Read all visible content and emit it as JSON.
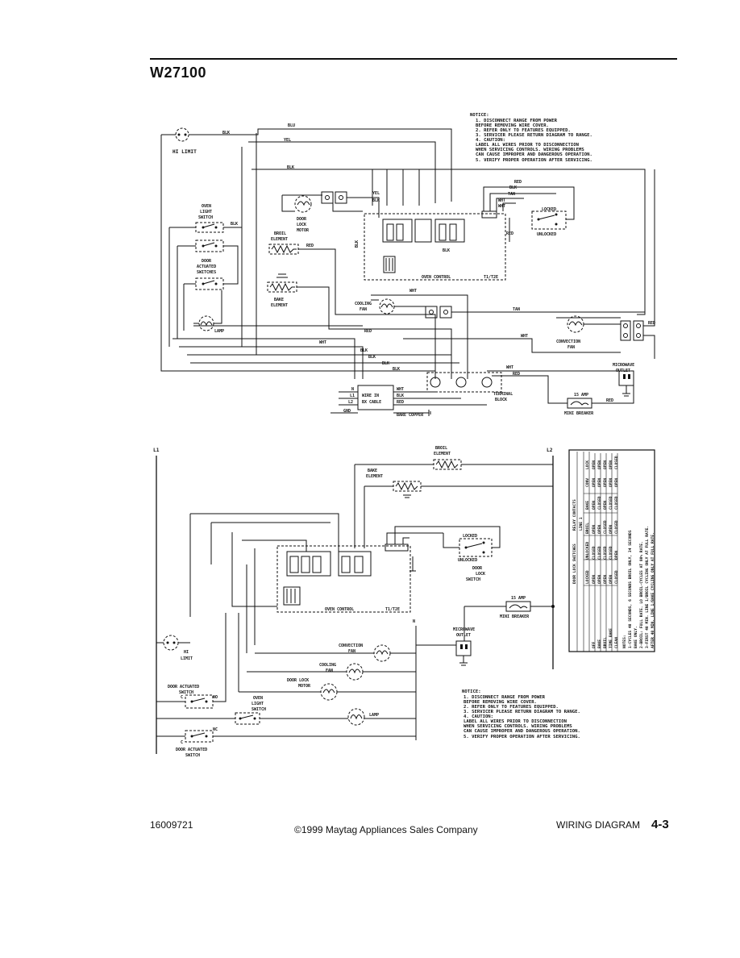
{
  "header": {
    "model": "W27100"
  },
  "footer": {
    "part_number": "16009721",
    "copyright": "©1999 Maytag Appliances Sales Company",
    "title": "WIRING DIAGRAM",
    "page": "4-3"
  },
  "notice": {
    "heading": "NOTICE:",
    "lines": [
      "1. DISCONNECT RANGE FROM POWER",
      "   BEFORE REMOVING WIRE COVER.",
      "2. REFER ONLY TO FEATURES EQUIPPED.",
      "3. SERVICER PLEASE RETURN DIAGRAM TO RANGE.",
      "4. CAUTION:",
      "   LABEL ALL WIRES PRIOR TO DISCONNECTION",
      "   WHEN SERVICING CONTROLS. WIRING PROBLEMS",
      "   CAN CAUSE IMPROPER AND DANGEROUS OPERATION.",
      "5. VERIFY PROPER OPERATION AFTER SERVICING."
    ]
  },
  "top_labels": {
    "hi_limit": "HI LIMIT",
    "oven_light_switch": [
      "OVEN",
      "LIGHT",
      "SWITCH"
    ],
    "door_actuated_switches": [
      "DOOR",
      "ACTUATED",
      "SWITCHES"
    ],
    "lamp": "LAMP",
    "door_lock_motor": [
      "DOOR",
      "LOCK",
      "MOTOR"
    ],
    "broil_element": [
      "BROIL",
      "ELEMENT"
    ],
    "bake_element": [
      "BAKE",
      "ELEMENT"
    ],
    "cooling_fan": [
      "COOLING",
      "FAN"
    ],
    "oven_control": "OVEN CONTROL",
    "oven_control_model": "T1/T2E",
    "locked": "LOCKED",
    "unlocked": "UNLOCKED",
    "convection_fan": [
      "CONVECTION",
      "FAN"
    ],
    "microwave_outlet": [
      "MICROWAVE",
      "OUTLET"
    ],
    "terminal_block": [
      "TERMINAL",
      "BLOCK"
    ],
    "mini_breaker": "MINI BREAKER",
    "breaker_rating": "15 AMP",
    "wire_in_bx_cable": [
      "WIRE IN",
      "BX CABLE"
    ],
    "supply": [
      "N",
      "L1",
      "L2",
      "GND"
    ],
    "supply_colors": [
      "WHT",
      "BLK",
      "RED",
      "BARE COPPER"
    ]
  },
  "wire_colors": [
    "BLK",
    "BLU",
    "YEL",
    "BLK",
    "YEL",
    "BLK",
    "RED",
    "BLK",
    "TAN",
    "WHT",
    "WHT",
    "RED",
    "BLK",
    "WHT",
    "RED",
    "WHT",
    "TAN",
    "RED",
    "WHT",
    "BLK",
    "BLK",
    "BLK",
    "BLK",
    "WHT",
    "RED",
    "RED"
  ],
  "bottom_labels": {
    "l1": "L1",
    "l2": "L2",
    "n": "N",
    "broil_element": [
      "BROIL",
      "ELEMENT"
    ],
    "bake_element": [
      "BAKE",
      "ELEMENT"
    ],
    "locked": "LOCKED",
    "unlocked": "UNLOCKED",
    "door_lock_switch": [
      "DOOR",
      "LOCK",
      "SWITCH"
    ],
    "oven_control": "OVEN CONTROL",
    "oven_control_model": "T1/T2E",
    "mini_breaker": "MINI BREAKER",
    "breaker_rating": "15 AMP",
    "microwave_outlet": [
      "MICROWAVE",
      "OUTLET"
    ],
    "hi_limit": [
      "HI",
      "LIMIT"
    ],
    "convection_fan": [
      "CONVECTION",
      "FAN"
    ],
    "cooling_fan": [
      "COOLING",
      "FAN"
    ],
    "door_lock_motor": [
      "DOOR LOCK",
      "MOTOR"
    ],
    "door_actuated_switch_top": [
      "DOOR ACTUATED",
      "SWITCH"
    ],
    "oven_light_switch": [
      "OVEN",
      "LIGHT",
      "SWITCH"
    ],
    "lamp": "LAMP",
    "door_actuated_switch_bottom": [
      "DOOR ACTUATED",
      "SWITCH"
    ],
    "contacts": [
      "C",
      "NO",
      "NC"
    ]
  },
  "relay_table": {
    "group_headers": [
      "DOOR LOCK SWITCHES",
      "RELAY CONTACTS",
      "LINE 1"
    ],
    "columns": [
      "LOCKED",
      "UNLOCKED",
      "BROIL",
      "BAKE",
      "CONV",
      "LOCK"
    ],
    "rows": [
      {
        "mode": "OFF",
        "cells": [
          "OPEN",
          "CLOSED",
          "OPEN",
          "OPEN",
          "OPEN",
          "OPEN"
        ]
      },
      {
        "mode": "BAKE",
        "cells": [
          "OPEN",
          "CLOSED",
          "OPEN",
          "CLOSED",
          "OPEN",
          "OPEN"
        ]
      },
      {
        "mode": "BROIL",
        "cells": [
          "OPEN",
          "CLOSED",
          "CLOSED",
          "OPEN",
          "OPEN",
          "OPEN"
        ]
      },
      {
        "mode": "TIME BAKE",
        "cells": [
          "OPEN",
          "CLOSED",
          "OPEN",
          "CLOSED",
          "OPEN",
          "OPEN"
        ]
      },
      {
        "mode": "CLEAN",
        "cells": [
          "CLOSED",
          "OPEN",
          "CLOSED",
          "CLOSED",
          "OPEN",
          "CLOSED"
        ]
      }
    ],
    "notes": [
      "NOTES:",
      "1-CYCLES 40 SECONDS, 6 SECONDS BROIL ONLY, 34 SECONDS",
      "  BAKE ONLY.",
      "2-BROIL: FULL RATE. LO BROIL-CYCLES AT 80% RATE.",
      "3-FIRST 40 MIN. LINE 1/BROIL CYCLING ONLY AT FULL RATE.",
      "  AFTER 40 MIN. LINE 1/BAKE CYCLING ONLY AT FULL RATE."
    ]
  }
}
